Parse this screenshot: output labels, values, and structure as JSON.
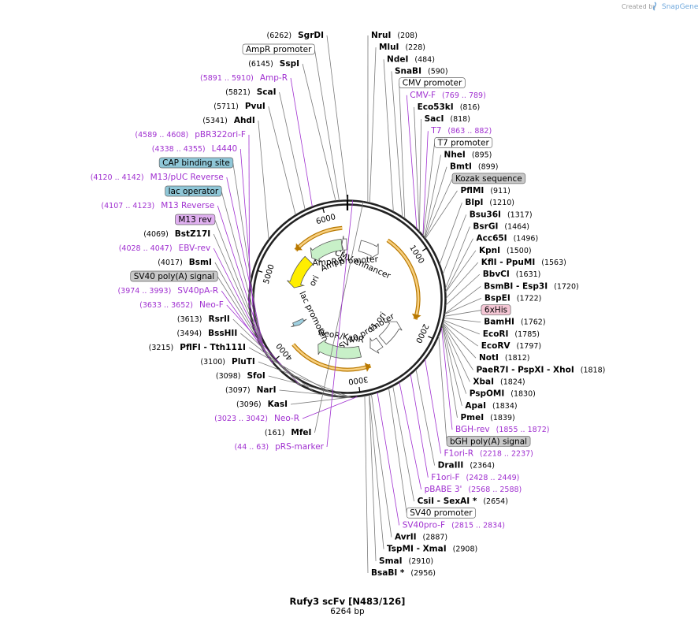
{
  "credit": {
    "created_by": "Created by",
    "brand": "SnapGene"
  },
  "plasmid": {
    "name": "Rufy3 scFv [N483/126]",
    "length": "6264 bp",
    "length_bp": 6264
  },
  "ticks": [
    "1000",
    "2000",
    "3000",
    "4000",
    "5000",
    "6000"
  ],
  "labels": [
    {
      "kind": "enz",
      "name": "NruI",
      "pos": "(208)",
      "side": "R",
      "anchor": 208
    },
    {
      "kind": "enz",
      "name": "MluI",
      "pos": "(228)",
      "side": "R",
      "anchor": 228
    },
    {
      "kind": "enz",
      "name": "NdeI",
      "pos": "(484)",
      "side": "R",
      "anchor": 484
    },
    {
      "kind": "enz",
      "name": "SnaBI",
      "pos": "(590)",
      "side": "R",
      "anchor": 590
    },
    {
      "kind": "feat",
      "name": "CMV promoter",
      "pos": "",
      "side": "R",
      "anchor": 620,
      "fill": "#ffffff"
    },
    {
      "kind": "prim",
      "name": "CMV-F",
      "pos": "(769 .. 789)",
      "side": "R",
      "anchor": 779
    },
    {
      "kind": "enz",
      "name": "Eco53kI",
      "pos": "(816)",
      "side": "R",
      "anchor": 816
    },
    {
      "kind": "enz",
      "name": "SacI",
      "pos": "(818)",
      "side": "R",
      "anchor": 818
    },
    {
      "kind": "prim",
      "name": "T7",
      "pos": "(863 .. 882)",
      "side": "R",
      "anchor": 872
    },
    {
      "kind": "feat",
      "name": "T7 promoter",
      "pos": "",
      "side": "R",
      "anchor": 876,
      "fill": "#ffffff"
    },
    {
      "kind": "enz",
      "name": "NheI",
      "pos": "(895)",
      "side": "R",
      "anchor": 895
    },
    {
      "kind": "enz",
      "name": "BmtI",
      "pos": "(899)",
      "side": "R",
      "anchor": 899
    },
    {
      "kind": "feat",
      "name": "Kozak sequence",
      "pos": "",
      "side": "R",
      "anchor": 905,
      "fill": "#c8c8c8"
    },
    {
      "kind": "enz",
      "name": "PflMI",
      "pos": "(911)",
      "side": "R",
      "anchor": 911
    },
    {
      "kind": "enz",
      "name": "BlpI",
      "pos": "(1210)",
      "side": "R",
      "anchor": 1210
    },
    {
      "kind": "enz",
      "name": "Bsu36I",
      "pos": "(1317)",
      "side": "R",
      "anchor": 1317
    },
    {
      "kind": "enz",
      "name": "BsrGI",
      "pos": "(1464)",
      "side": "R",
      "anchor": 1464
    },
    {
      "kind": "enz",
      "name": "Acc65I",
      "pos": "(1496)",
      "side": "R",
      "anchor": 1496
    },
    {
      "kind": "enz",
      "name": "KpnI",
      "pos": "(1500)",
      "side": "R",
      "anchor": 1500
    },
    {
      "kind": "enz",
      "name": "KflI  - PpuMI",
      "pos": "(1563)",
      "side": "R",
      "anchor": 1563
    },
    {
      "kind": "enz",
      "name": "BbvCI",
      "pos": "(1631)",
      "side": "R",
      "anchor": 1631
    },
    {
      "kind": "enz",
      "name": "BsmBI  - Esp3I",
      "pos": "(1720)",
      "side": "R",
      "anchor": 1720
    },
    {
      "kind": "enz",
      "name": "BspEI",
      "pos": "(1722)",
      "side": "R",
      "anchor": 1722
    },
    {
      "kind": "feat",
      "name": "6xHis",
      "pos": "",
      "side": "R",
      "anchor": 1745,
      "fill": "#f4c6d4"
    },
    {
      "kind": "enz",
      "name": "BamHI",
      "pos": "(1762)",
      "side": "R",
      "anchor": 1762
    },
    {
      "kind": "enz",
      "name": "EcoRI",
      "pos": "(1785)",
      "side": "R",
      "anchor": 1785
    },
    {
      "kind": "enz",
      "name": "EcoRV",
      "pos": "(1797)",
      "side": "R",
      "anchor": 1797
    },
    {
      "kind": "enz",
      "name": "NotI",
      "pos": "(1812)",
      "side": "R",
      "anchor": 1812
    },
    {
      "kind": "enz",
      "name": "PaeR7I  - PspXI  - XhoI",
      "pos": "(1818)",
      "side": "R",
      "anchor": 1818
    },
    {
      "kind": "enz",
      "name": "XbaI",
      "pos": "(1824)",
      "side": "R",
      "anchor": 1824
    },
    {
      "kind": "enz",
      "name": "PspOMI",
      "pos": "(1830)",
      "side": "R",
      "anchor": 1830
    },
    {
      "kind": "enz",
      "name": "ApaI",
      "pos": "(1834)",
      "side": "R",
      "anchor": 1834
    },
    {
      "kind": "enz",
      "name": "PmeI",
      "pos": "(1839)",
      "side": "R",
      "anchor": 1839
    },
    {
      "kind": "prim",
      "name": "BGH-rev",
      "pos": "(1855 .. 1872)",
      "side": "R",
      "anchor": 1863
    },
    {
      "kind": "feat",
      "name": "bGH poly(A) signal",
      "pos": "",
      "side": "R",
      "anchor": 1950,
      "fill": "#c8c8c8"
    },
    {
      "kind": "prim",
      "name": "F1ori-R",
      "pos": "(2218 .. 2237)",
      "side": "R",
      "anchor": 2227
    },
    {
      "kind": "enz",
      "name": "DraIII",
      "pos": "(2364)",
      "side": "R",
      "anchor": 2364
    },
    {
      "kind": "prim",
      "name": "F1ori-F",
      "pos": "(2428 .. 2449)",
      "side": "R",
      "anchor": 2438
    },
    {
      "kind": "prim",
      "name": "pBABE 3'",
      "pos": "(2568 .. 2588)",
      "side": "R",
      "anchor": 2578
    },
    {
      "kind": "enz",
      "name": "CsiI  - SexAI  *",
      "pos": "(2654)",
      "side": "R",
      "anchor": 2654
    },
    {
      "kind": "feat",
      "name": "SV40 promoter",
      "pos": "",
      "side": "R",
      "anchor": 2700,
      "fill": "#ffffff"
    },
    {
      "kind": "prim",
      "name": "SV40pro-F",
      "pos": "(2815 .. 2834)",
      "side": "R",
      "anchor": 2824
    },
    {
      "kind": "enz",
      "name": "AvrII",
      "pos": "(2887)",
      "side": "R",
      "anchor": 2887
    },
    {
      "kind": "enz",
      "name": "TspMI  - XmaI",
      "pos": "(2908)",
      "side": "R",
      "anchor": 2908
    },
    {
      "kind": "enz",
      "name": "SmaI",
      "pos": "(2910)",
      "side": "R",
      "anchor": 2910
    },
    {
      "kind": "enz",
      "name": "BsaBI  *",
      "pos": "(2956)",
      "side": "R",
      "anchor": 2956
    },
    {
      "kind": "prim",
      "name": "Neo-R",
      "pos": "(3023 .. 3042)",
      "side": "L",
      "anchor": 3032
    },
    {
      "kind": "enz",
      "name": "KasI",
      "pos": "(3096)",
      "side": "L",
      "anchor": 3096
    },
    {
      "kind": "enz",
      "name": "NarI",
      "pos": "(3097)",
      "side": "L",
      "anchor": 3097
    },
    {
      "kind": "enz",
      "name": "SfoI",
      "pos": "(3098)",
      "side": "L",
      "anchor": 3098
    },
    {
      "kind": "enz",
      "name": "PluTI",
      "pos": "(3100)",
      "side": "L",
      "anchor": 3100
    },
    {
      "kind": "enz",
      "name": "PflFI  - Tth111I",
      "pos": "(3215)",
      "side": "L",
      "anchor": 3215
    },
    {
      "kind": "enz",
      "name": "BssHII",
      "pos": "(3494)",
      "side": "L",
      "anchor": 3494
    },
    {
      "kind": "enz",
      "name": "RsrII",
      "pos": "(3613)",
      "side": "L",
      "anchor": 3613
    },
    {
      "kind": "prim",
      "name": "Neo-F",
      "pos": "(3633 .. 3652)",
      "side": "L",
      "anchor": 3642
    },
    {
      "kind": "prim",
      "name": "SV40pA-R",
      "pos": "(3974 .. 3993)",
      "side": "L",
      "anchor": 3983
    },
    {
      "kind": "feat",
      "name": "SV40 poly(A) signal",
      "pos": "",
      "side": "L",
      "anchor": 3990,
      "fill": "#c8c8c8"
    },
    {
      "kind": "enz",
      "name": "BsmI",
      "pos": "(4017)",
      "side": "L",
      "anchor": 4017
    },
    {
      "kind": "prim",
      "name": "EBV-rev",
      "pos": "(4028 .. 4047)",
      "side": "L",
      "anchor": 4037
    },
    {
      "kind": "enz",
      "name": "BstZ17I",
      "pos": "(4069)",
      "side": "L",
      "anchor": 4069
    },
    {
      "kind": "feat",
      "name": "M13 rev",
      "pos": "",
      "side": "L",
      "anchor": 4100,
      "fill": "#e0b0f0"
    },
    {
      "kind": "prim",
      "name": "M13 Reverse",
      "pos": "(4107 .. 4123)",
      "side": "L",
      "anchor": 4115
    },
    {
      "kind": "feat",
      "name": "lac operator",
      "pos": "",
      "side": "L",
      "anchor": 4125,
      "fill": "#8fc7d8"
    },
    {
      "kind": "prim",
      "name": "M13/pUC Reverse",
      "pos": "(4120 .. 4142)",
      "side": "L",
      "anchor": 4131
    },
    {
      "kind": "feat",
      "name": "CAP binding site",
      "pos": "",
      "side": "L",
      "anchor": 4200,
      "fill": "#8fc7d8"
    },
    {
      "kind": "prim",
      "name": "L4440",
      "pos": "(4338 .. 4355)",
      "side": "L",
      "anchor": 4346
    },
    {
      "kind": "prim",
      "name": "pBR322ori-F",
      "pos": "(4589 .. 4608)",
      "side": "L",
      "anchor": 4598
    },
    {
      "kind": "enz",
      "name": "AhdI",
      "pos": "(5341)",
      "side": "L",
      "anchor": 5341
    },
    {
      "kind": "enz",
      "name": "PvuI",
      "pos": "(5711)",
      "side": "L",
      "anchor": 5711
    },
    {
      "kind": "enz",
      "name": "ScaI",
      "pos": "(5821)",
      "side": "L",
      "anchor": 5821
    },
    {
      "kind": "prim",
      "name": "Amp-R",
      "pos": "(5891 .. 5910)",
      "side": "L",
      "anchor": 5900
    },
    {
      "kind": "enz",
      "name": "SspI",
      "pos": "(6145)",
      "side": "L",
      "anchor": 6145
    },
    {
      "kind": "feat",
      "name": "AmpR promoter",
      "pos": "",
      "side": "L",
      "anchor": 6180,
      "fill": "#ffffff"
    },
    {
      "kind": "enz",
      "name": "SgrDI",
      "pos": "(6262)",
      "side": "L",
      "anchor": 6262
    },
    {
      "kind": "prim",
      "name": "pRS-marker",
      "pos": "(44 .. 63)",
      "side": "L",
      "anchor": 53
    },
    {
      "kind": "enz",
      "name": "MfeI",
      "pos": "(161)",
      "side": "L",
      "anchor": 161
    }
  ],
  "features": [
    {
      "name": "CMV enhancer",
      "start": 230,
      "end": 600,
      "fill": "#ffffff",
      "dir": 1
    },
    {
      "name": "f1 ori",
      "start": 2000,
      "end": 2430,
      "fill": "#ffffff",
      "dir": -1
    },
    {
      "name": "SV40 promoter",
      "start": 2500,
      "end": 2700,
      "fill": "#ffffff",
      "dir": 1
    },
    {
      "name": "NeoR/KanR",
      "start": 2900,
      "end": 3700,
      "fill": "#c8f0c8",
      "dir": 1
    },
    {
      "name": "lac promoter",
      "start": 4200,
      "end": 4280,
      "fill": "#9fd0e0",
      "dir": -1
    },
    {
      "name": "ori",
      "start": 4900,
      "end": 5480,
      "fill": "#ffee00",
      "dir": -1
    },
    {
      "name": "AmpR",
      "start": 5550,
      "end": 6160,
      "fill": "#c8f0c8",
      "dir": -1
    },
    {
      "name": "AmpR promoter",
      "start": 6160,
      "end": 6250,
      "fill": "#ffffff",
      "dir": -1
    }
  ],
  "orfs": [
    {
      "start": 600,
      "end": 1860,
      "dir": 1
    },
    {
      "start": 2800,
      "end": 4000,
      "dir": -1
    },
    {
      "start": 5450,
      "end": 6190,
      "dir": -1
    }
  ]
}
